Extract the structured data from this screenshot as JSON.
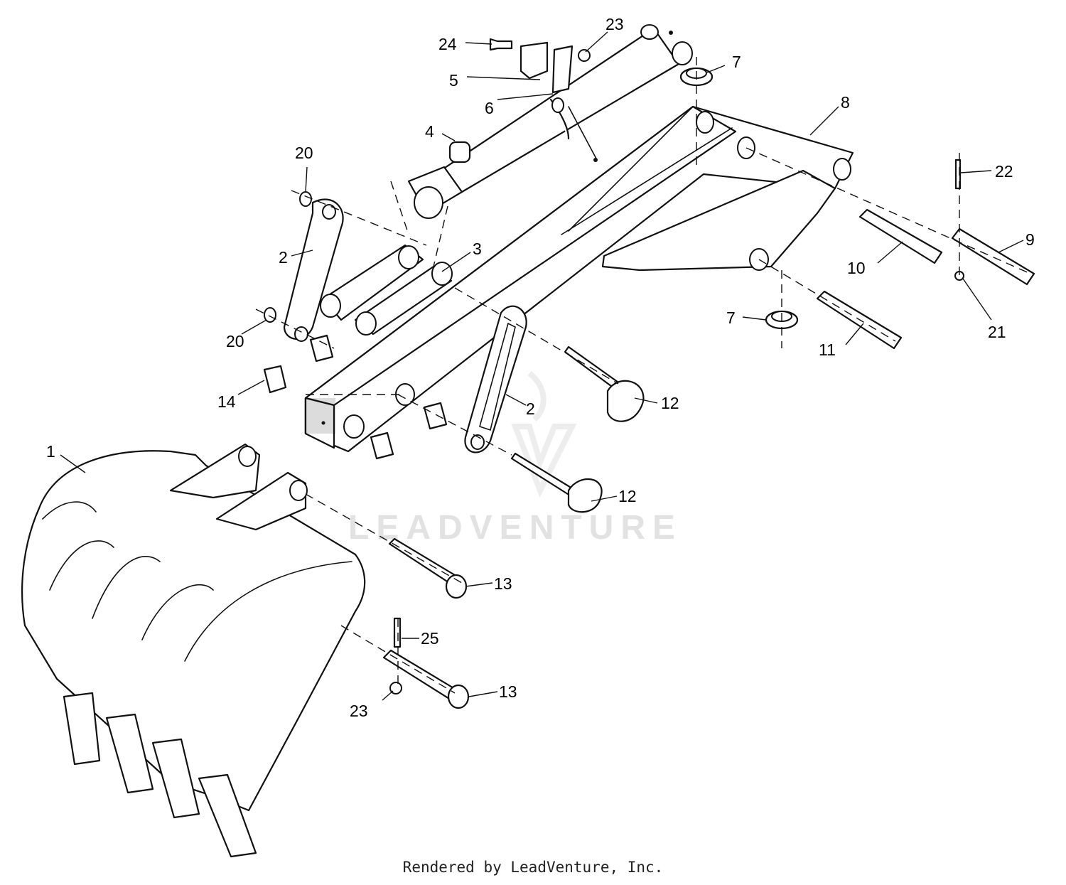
{
  "watermark": "LEADVENTURE",
  "footer": "Rendered by LeadVenture, Inc.",
  "callouts": [
    {
      "id": "c24",
      "label": "24"
    },
    {
      "id": "c23a",
      "label": "23"
    },
    {
      "id": "c5",
      "label": "5"
    },
    {
      "id": "c6",
      "label": "6"
    },
    {
      "id": "c7a",
      "label": "7"
    },
    {
      "id": "c8",
      "label": "8"
    },
    {
      "id": "c4",
      "label": "4"
    },
    {
      "id": "c20a",
      "label": "20"
    },
    {
      "id": "c2a",
      "label": "2"
    },
    {
      "id": "c3",
      "label": "3"
    },
    {
      "id": "c20b",
      "label": "20"
    },
    {
      "id": "c22",
      "label": "22"
    },
    {
      "id": "c9",
      "label": "9"
    },
    {
      "id": "c10",
      "label": "10"
    },
    {
      "id": "c21",
      "label": "21"
    },
    {
      "id": "c7b",
      "label": "7"
    },
    {
      "id": "c11",
      "label": "11"
    },
    {
      "id": "c14",
      "label": "14"
    },
    {
      "id": "c2b",
      "label": "2"
    },
    {
      "id": "c12a",
      "label": "12"
    },
    {
      "id": "c1",
      "label": "1"
    },
    {
      "id": "c12b",
      "label": "12"
    },
    {
      "id": "c13a",
      "label": "13"
    },
    {
      "id": "c25",
      "label": "25"
    },
    {
      "id": "c13b",
      "label": "13"
    },
    {
      "id": "c23b",
      "label": "23"
    }
  ]
}
